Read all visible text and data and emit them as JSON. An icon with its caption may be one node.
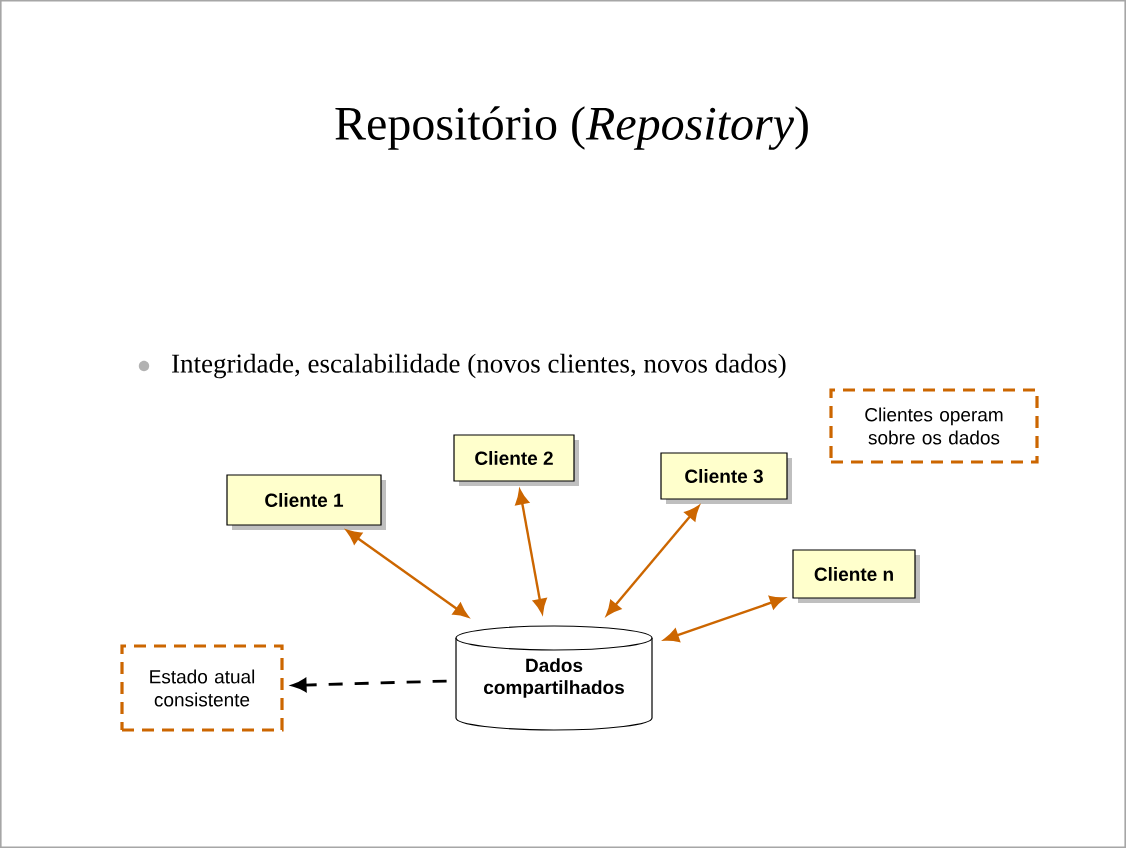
{
  "diagram": {
    "title": "Repositório (*Repository*)",
    "nodes": [
      {
        "text": [
          "Cliente 1"
        ]
      },
      {
        "text": [
          "Cliente 2"
        ]
      },
      {
        "text": [
          "Cliente 3"
        ]
      },
      {
        "text": [
          "Cliente n"
        ]
      },
      {
        "text": [
          "Dados compartilhados"
        ]
      },
      {
        "text": [
          "Estado atual consistente"
        ]
      },
      {
        "text": [
          "Clientes operam sobre os dados"
        ]
      }
    ],
    "edges": [
      {
        "from": 4,
        "to": 0,
        "arrow": "both"
      },
      {
        "from": 4,
        "to": 1,
        "arrow": "both"
      },
      {
        "from": 4,
        "to": 2,
        "arrow": "both"
      },
      {
        "from": 4,
        "to": 3,
        "arrow": "both"
      },
      {
        "from": 4,
        "to": 5,
        "arrow": "to",
        "style": "dashed",
        "color": "#000000"
      }
    ],
    "labels": [
      "Integridade, escalabilidade (novos clientes, novos dados)"
    ]
  }
}
